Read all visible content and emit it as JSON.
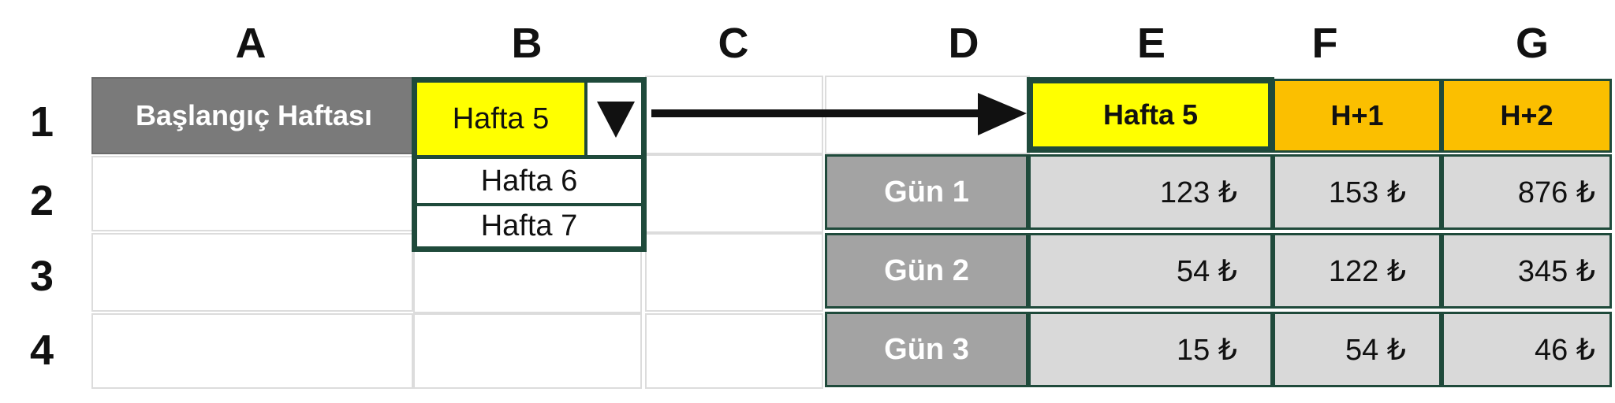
{
  "columns": [
    "A",
    "B",
    "C",
    "D",
    "E",
    "F",
    "G"
  ],
  "rows": [
    "1",
    "2",
    "3",
    "4"
  ],
  "label_cell": {
    "text": "Başlangıç Haftası"
  },
  "dropdown": {
    "selected": "Hafta 5",
    "options": [
      "Hafta 6",
      "Hafta 7"
    ],
    "arrow_icon": "triangle-down-icon"
  },
  "header_row": [
    "Hafta 5",
    "H+1",
    "H+2"
  ],
  "day_labels": [
    "Gün 1",
    "Gün 2",
    "Gün 3"
  ],
  "table": [
    [
      "123 ₺",
      "153 ₺",
      "876 ₺"
    ],
    [
      "54 ₺",
      "122 ₺",
      "345 ₺"
    ],
    [
      "15 ₺",
      "54 ₺",
      "46 ₺"
    ]
  ],
  "colors": {
    "label_bg": "#7a7a7a",
    "day_bg": "#a3a3a3",
    "value_bg": "#d9d9d9",
    "selected_yellow": "#ffff00",
    "offset_orange": "#fbbf00",
    "border_dark_green": "#1f4a3b"
  }
}
